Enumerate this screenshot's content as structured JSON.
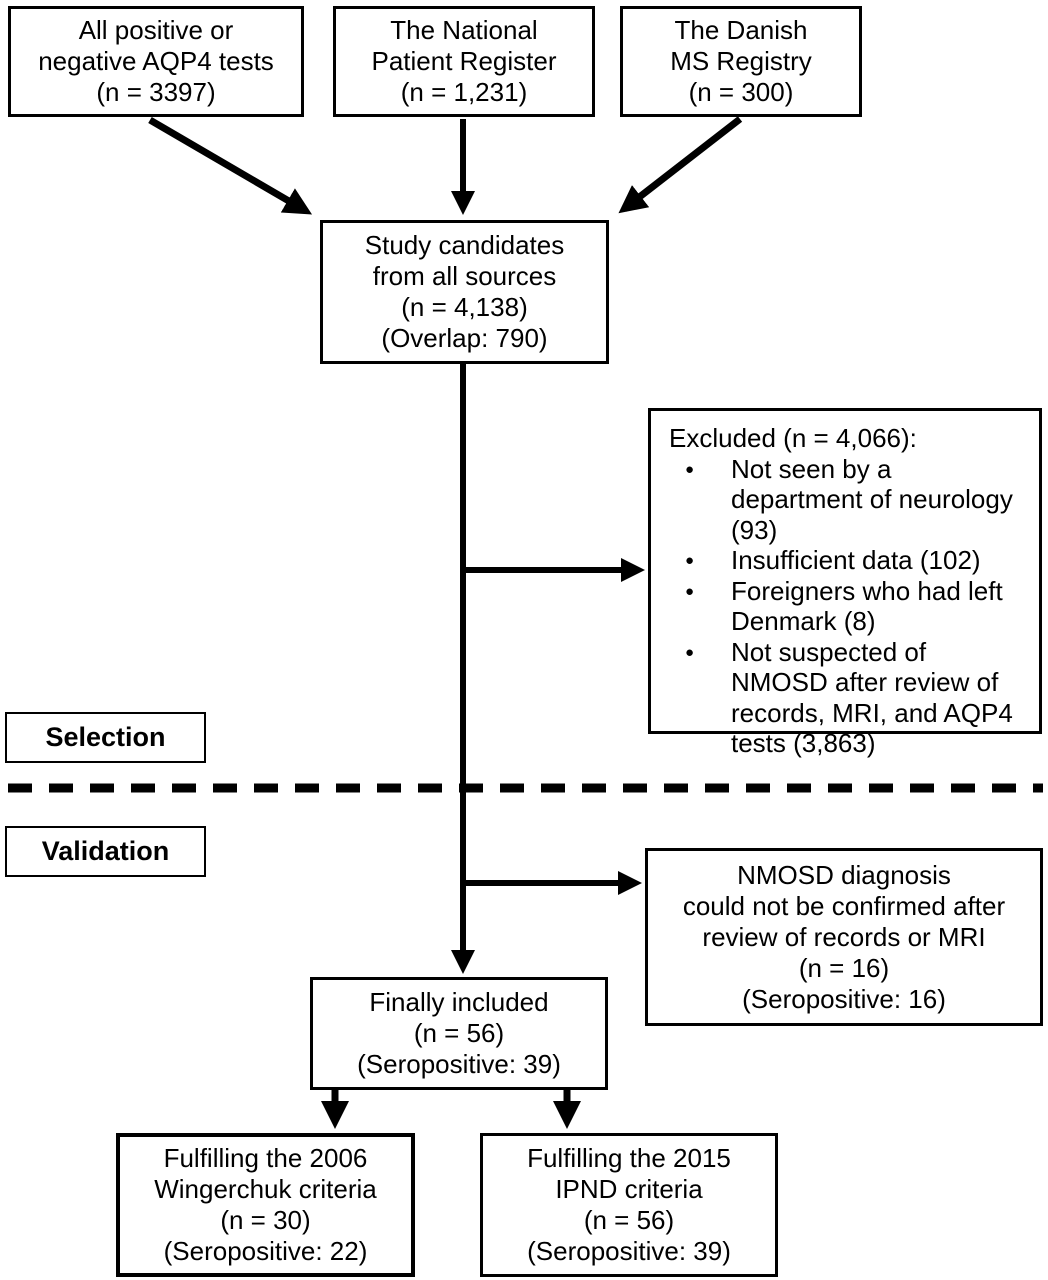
{
  "diagram": {
    "background_color": "#ffffff",
    "line_color": "#000000",
    "phase_labels": {
      "selection": "Selection",
      "validation": "Validation"
    },
    "nodes": {
      "aqp4_tests": {
        "lines": [
          "All positive or",
          "negative AQP4 tests",
          "(n = 3397)"
        ]
      },
      "national_patient_register": {
        "lines": [
          "The National",
          "Patient Register",
          "(n = 1,231)"
        ]
      },
      "danish_ms_registry": {
        "lines": [
          "The Danish",
          "MS Registry",
          "(n = 300)"
        ]
      },
      "study_candidates": {
        "lines": [
          "Study candidates",
          "from all sources",
          "(n = 4,138)",
          "(Overlap: 790)"
        ]
      },
      "excluded": {
        "title": "Excluded (n = 4,066):",
        "bullets": [
          "Not seen by a department of neurology (93)",
          "Insufficient data (102)",
          "Foreigners who had left Denmark (8)",
          "Not suspected of NMOSD after review of records, MRI, and AQP4 tests (3,863)"
        ]
      },
      "not_confirmed": {
        "lines": [
          "NMOSD diagnosis",
          "could not be confirmed after",
          "review of records or MRI",
          "(n = 16)",
          "(Seropositive: 16)"
        ]
      },
      "finally_included": {
        "lines": [
          "Finally included",
          "(n = 56)",
          "(Seropositive: 39)"
        ]
      },
      "wingerchuk_2006": {
        "lines": [
          "Fulfilling the 2006",
          "Wingerchuk criteria",
          "(n = 30)",
          "(Seropositive: 22)"
        ]
      },
      "ipnd_2015": {
        "lines": [
          "Fulfilling the 2015",
          "IPND criteria",
          "(n = 56)",
          "(Seropositive: 39)"
        ]
      }
    }
  }
}
